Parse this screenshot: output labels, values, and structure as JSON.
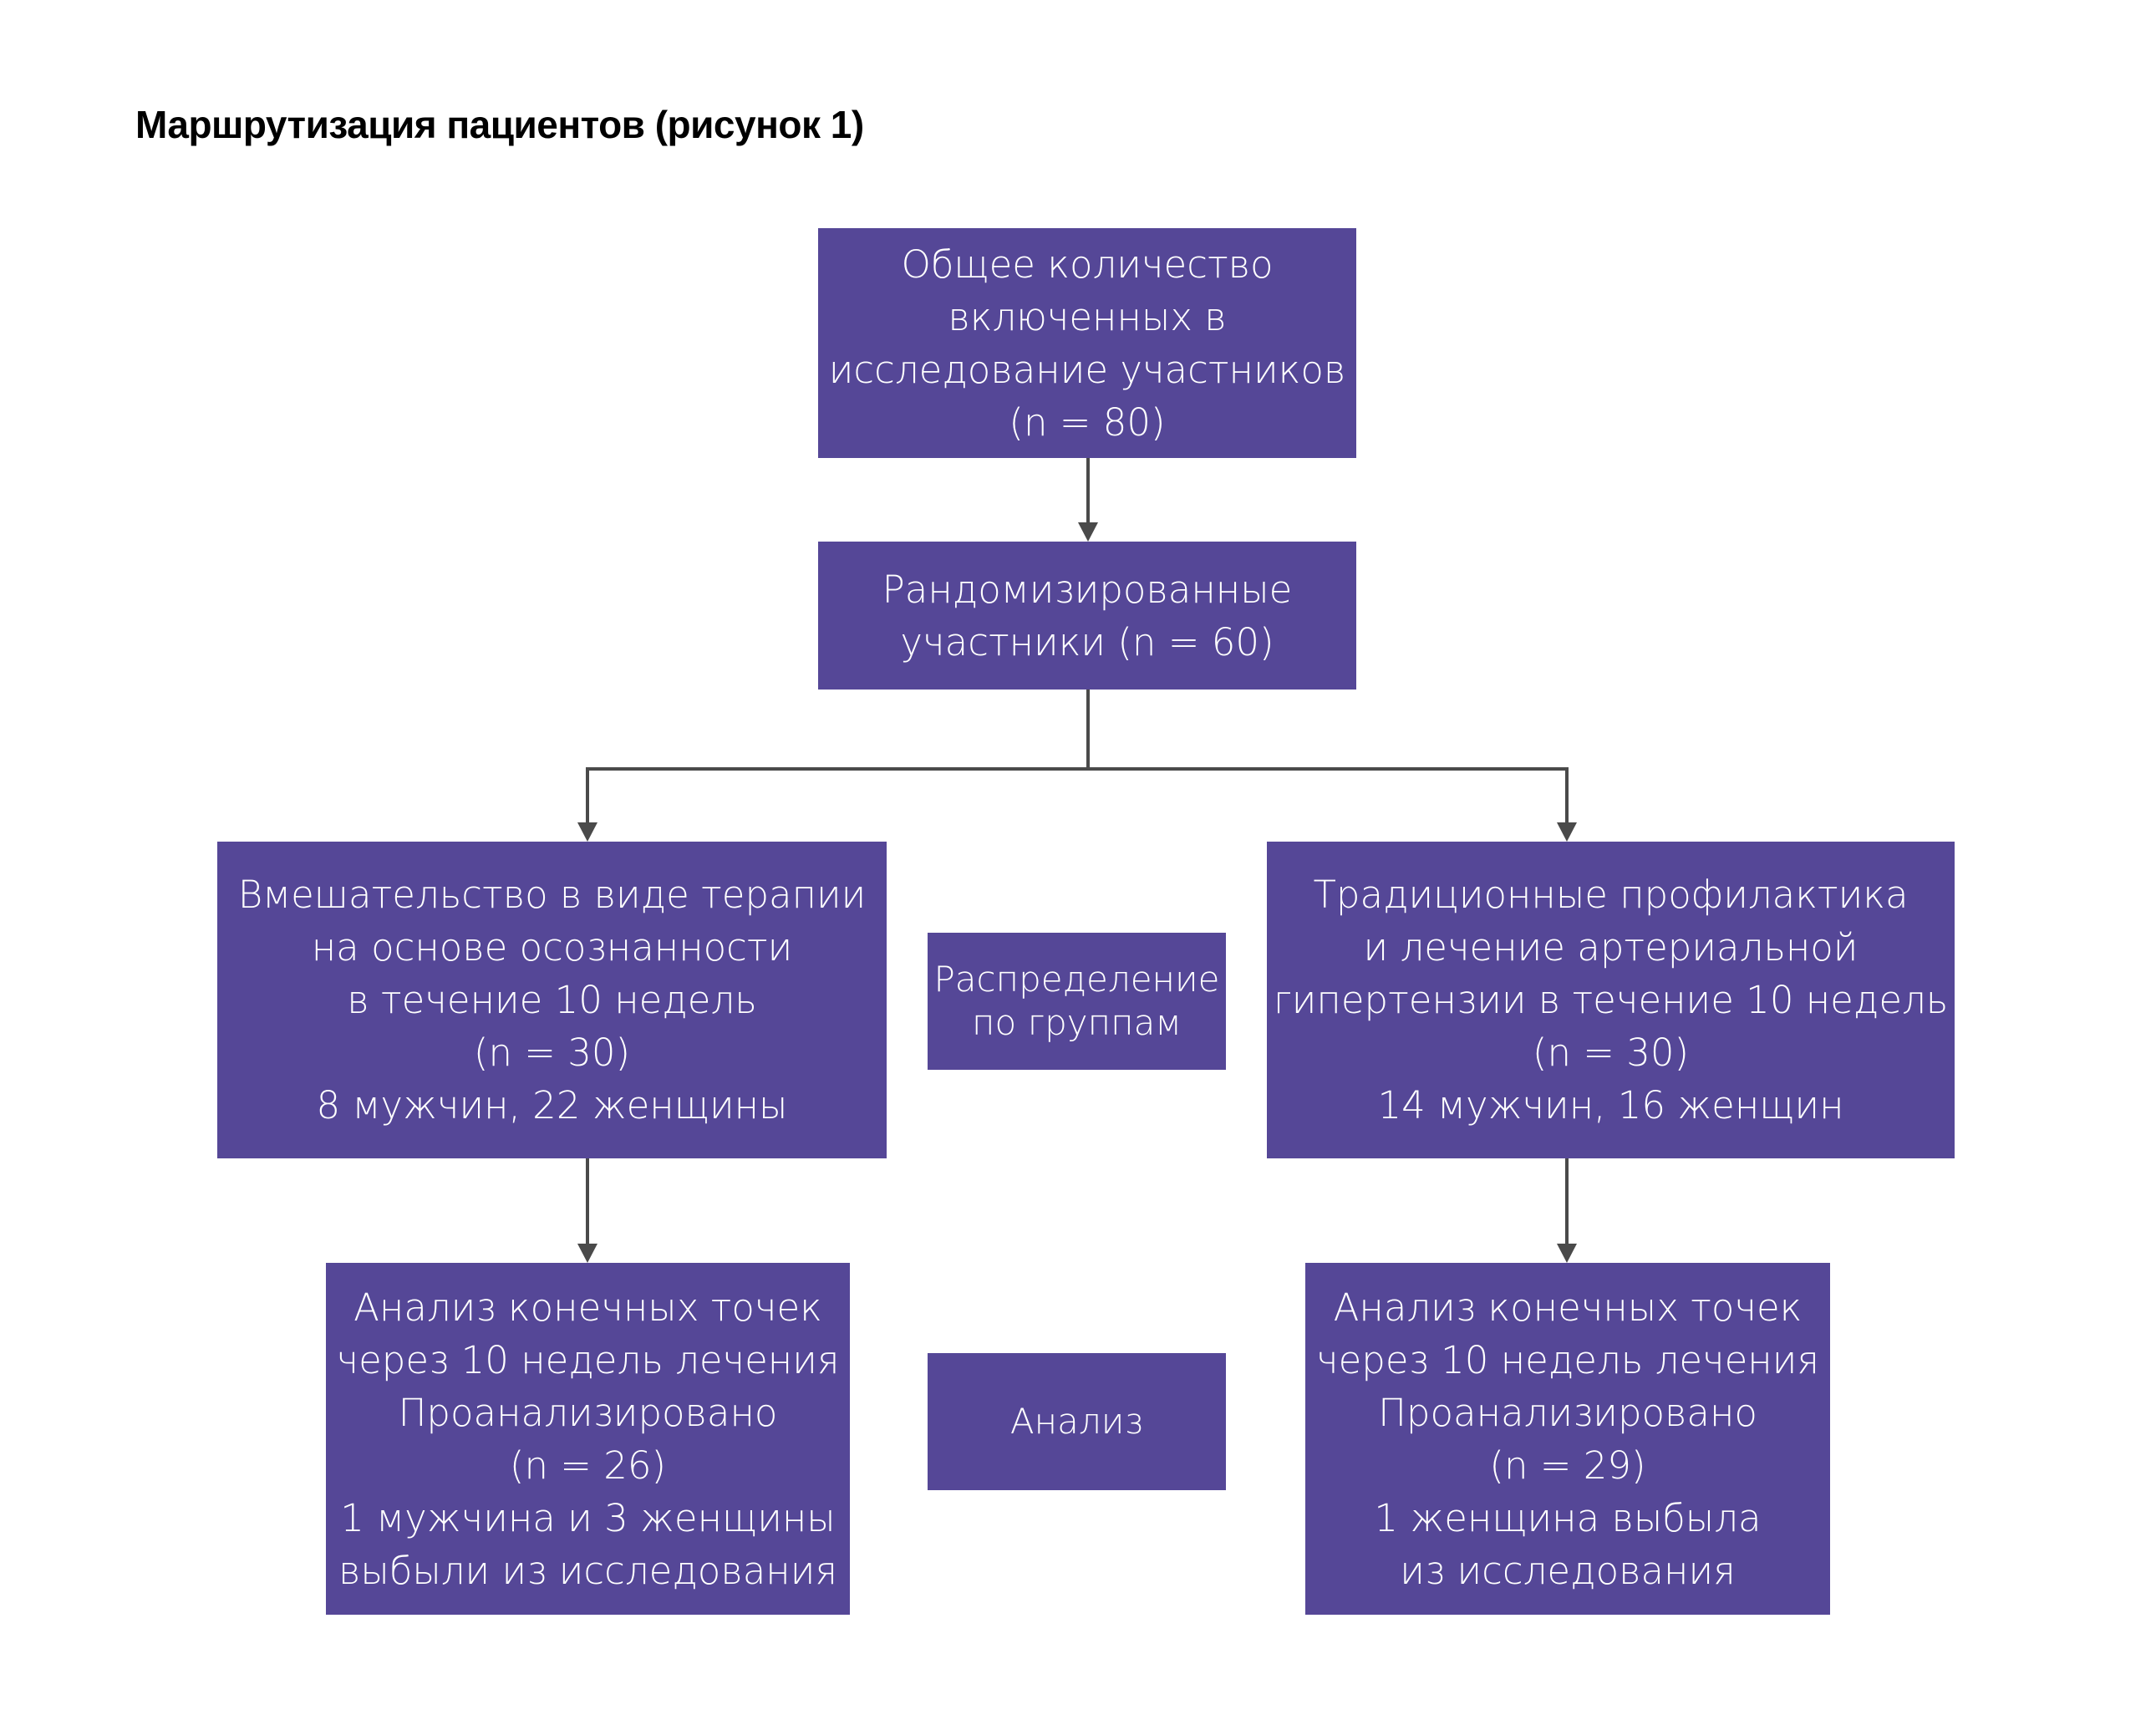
{
  "title": "Маршрутизация пациентов (рисунок 1)",
  "colors": {
    "box": "#554797",
    "text_on_box": "#ffffff",
    "connector": "#4a4a4a"
  },
  "nodes": {
    "total": {
      "lines": [
        "Общее количество",
        "включенных в",
        "исследование участников",
        "(n = 80)"
      ]
    },
    "randomized": {
      "lines": [
        "Рандомизированные",
        "участники (n = 60)"
      ]
    },
    "intervention": {
      "lines": [
        "Вмешательство в виде терапии",
        "на основе осознанности",
        "в течение 10 недель",
        "(n = 30)",
        "8 мужчин, 22 женщины"
      ]
    },
    "control": {
      "lines": [
        "Традиционные профилактика",
        "и лечение артериальной",
        "гипертензии в течение 10 недель",
        "(n = 30)",
        "14 мужчин, 16 женщин"
      ]
    },
    "distribution_label": {
      "lines": [
        "Распределение",
        "по группам"
      ]
    },
    "analysis_label": {
      "lines": [
        "Анализ"
      ]
    },
    "intervention_analysis": {
      "lines": [
        "Анализ конечных точек",
        "через 10 недель лечения",
        "Проанализировано",
        "(n = 26)",
        "1 мужчина и 3 женщины",
        "выбыли из исследования"
      ]
    },
    "control_analysis": {
      "lines": [
        "Анализ конечных точек",
        "через 10 недель лечения",
        "Проанализировано",
        "(n = 29)",
        "1 женщина выбыла",
        "из исследования"
      ]
    }
  },
  "edges": [
    {
      "from": "total",
      "to": "randomized"
    },
    {
      "from": "randomized",
      "to": "intervention"
    },
    {
      "from": "randomized",
      "to": "control"
    },
    {
      "from": "intervention",
      "to": "intervention_analysis"
    },
    {
      "from": "control",
      "to": "control_analysis"
    }
  ]
}
